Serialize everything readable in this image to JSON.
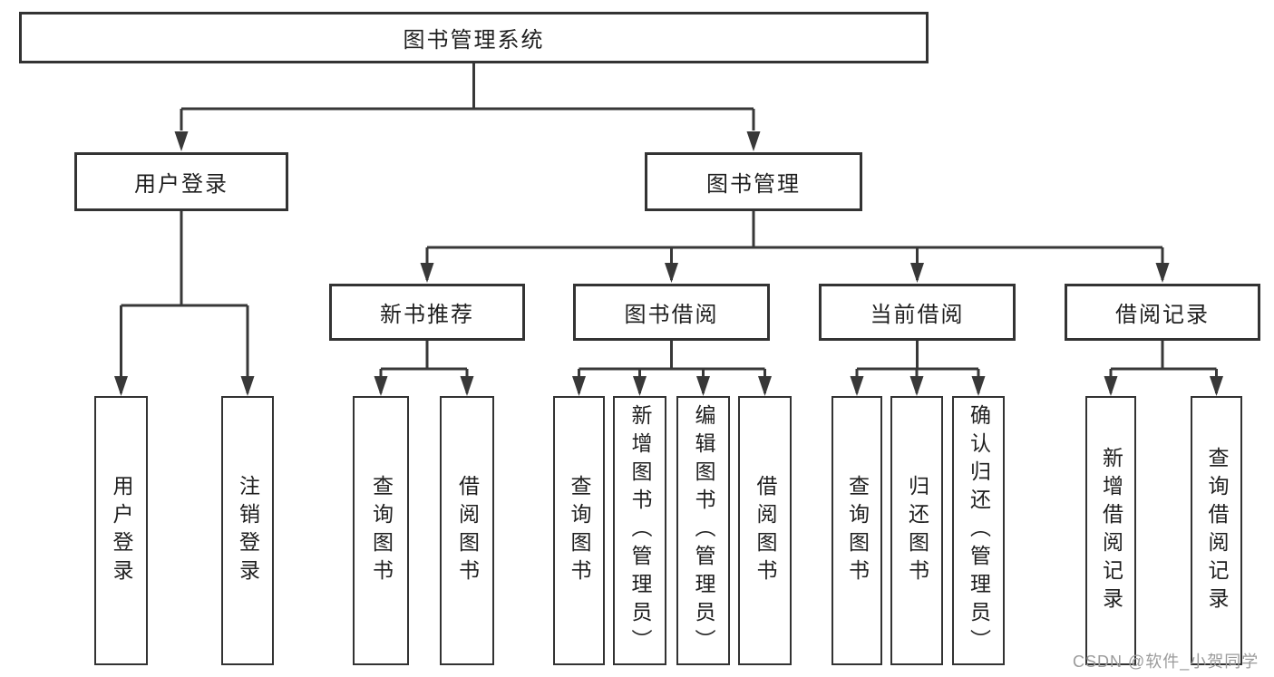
{
  "root": {
    "label": "图书管理系统",
    "children": [
      {
        "label": "用户登录",
        "children": [
          {
            "label": "用户登录"
          },
          {
            "label": "注销登录"
          }
        ]
      },
      {
        "label": "图书管理",
        "children": [
          {
            "label": "新书推荐",
            "children": [
              {
                "label": "查询图书"
              },
              {
                "label": "借阅图书"
              }
            ]
          },
          {
            "label": "图书借阅",
            "children": [
              {
                "label": "查询图书"
              },
              {
                "label": "新增图书（管理员）"
              },
              {
                "label": "编辑图书（管理员）"
              },
              {
                "label": "借阅图书"
              }
            ]
          },
          {
            "label": "当前借阅",
            "children": [
              {
                "label": "查询图书"
              },
              {
                "label": "归还图书"
              },
              {
                "label": "确认归还（管理员）"
              }
            ]
          },
          {
            "label": "借阅记录",
            "children": [
              {
                "label": "新增借阅记录"
              },
              {
                "label": "查询借阅记录"
              }
            ]
          }
        ]
      }
    ]
  },
  "watermark": "CSDN @软件_小贺同学",
  "colors": {
    "line": "#383838",
    "box_border": "#333333",
    "text": "#1f1f1f",
    "watermark": "#9b9b9b",
    "background": "#ffffff"
  }
}
